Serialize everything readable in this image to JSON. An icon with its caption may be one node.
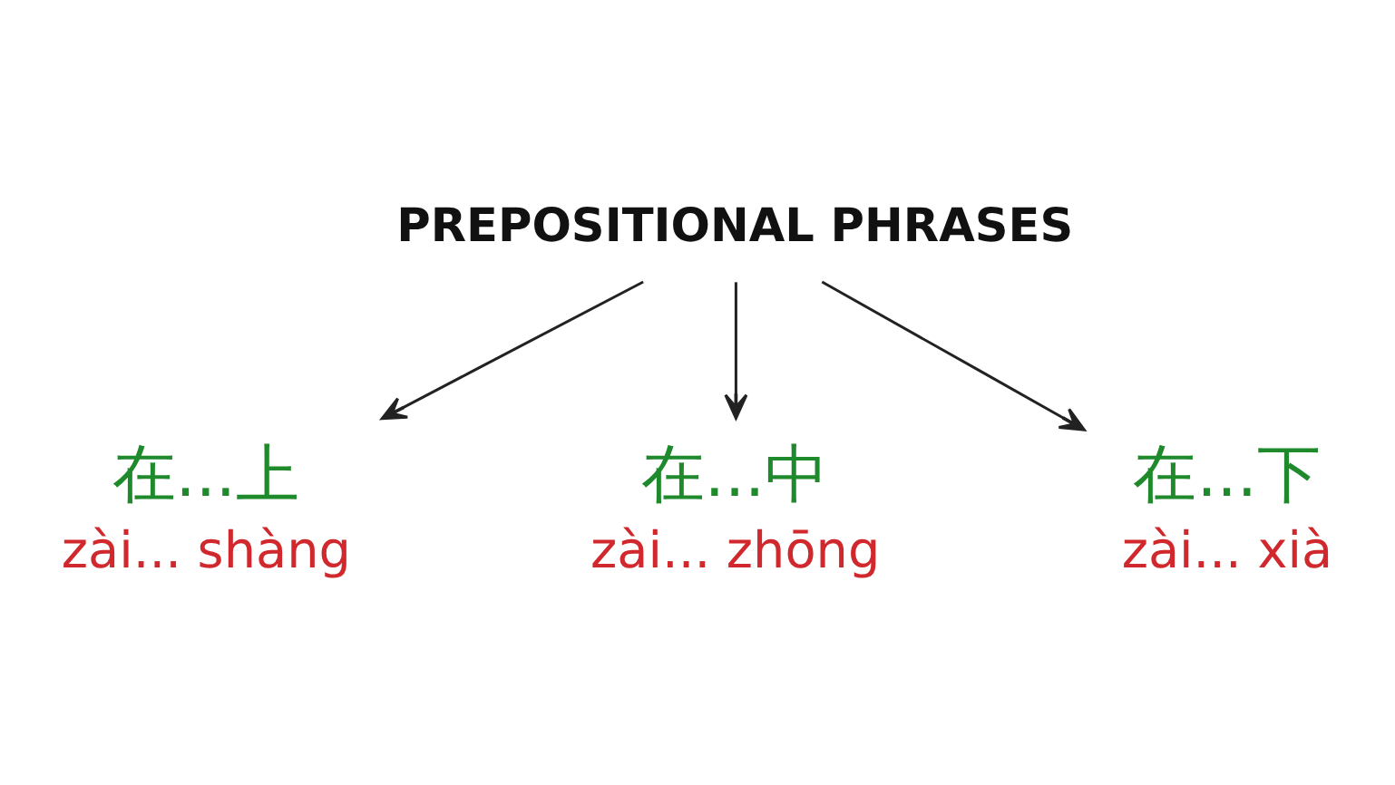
{
  "diagram": {
    "nodes": [
      {
        "text": [
          "PREPOSITIONAL PHRASES"
        ]
      },
      {
        "text": [
          "在...上",
          "zài... shàng"
        ]
      },
      {
        "text": [
          "在...中",
          "zài... zhōng"
        ]
      },
      {
        "text": [
          "在...下",
          "zài... xià"
        ]
      }
    ],
    "edges": [
      {
        "from": 0,
        "to": 1,
        "arrow": "to"
      },
      {
        "from": 0,
        "to": 2,
        "arrow": "to"
      },
      {
        "from": 0,
        "to": 3,
        "arrow": "to"
      }
    ]
  }
}
